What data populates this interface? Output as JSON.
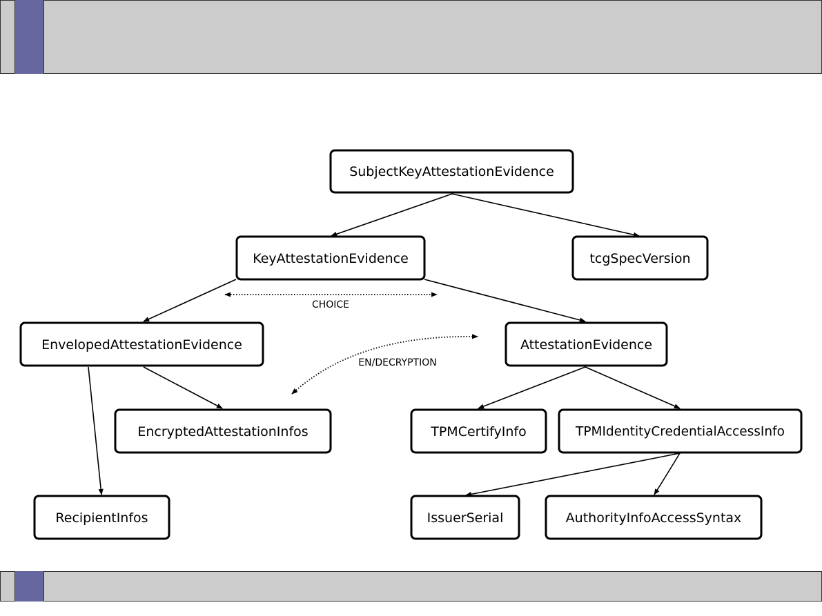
{
  "colors": {
    "band": "#cccccc",
    "accent": "#6666a0",
    "border": "#333333"
  },
  "nodes": {
    "subject_key_attestation_evidence": "SubjectKeyAttestationEvidence",
    "key_attestation_evidence": "KeyAttestationEvidence",
    "tcg_spec_version": "tcgSpecVersion",
    "enveloped_attestation_evidence": "EnvelopedAttestationEvidence",
    "attestation_evidence": "AttestationEvidence",
    "encrypted_attestation_infos": "EncryptedAttestationInfos",
    "tpm_certify_info": "TPMCertifyInfo",
    "tpm_identity_credential_access_info": "TPMIdentityCredentialAccessInfo",
    "recipient_infos": "RecipientInfos",
    "issuer_serial": "IssuerSerial",
    "authority_info_access_syntax": "AuthorityInfoAccessSyntax"
  },
  "annotations": {
    "choice": "CHOICE",
    "en_decryption": "EN/DECRYPTION"
  }
}
